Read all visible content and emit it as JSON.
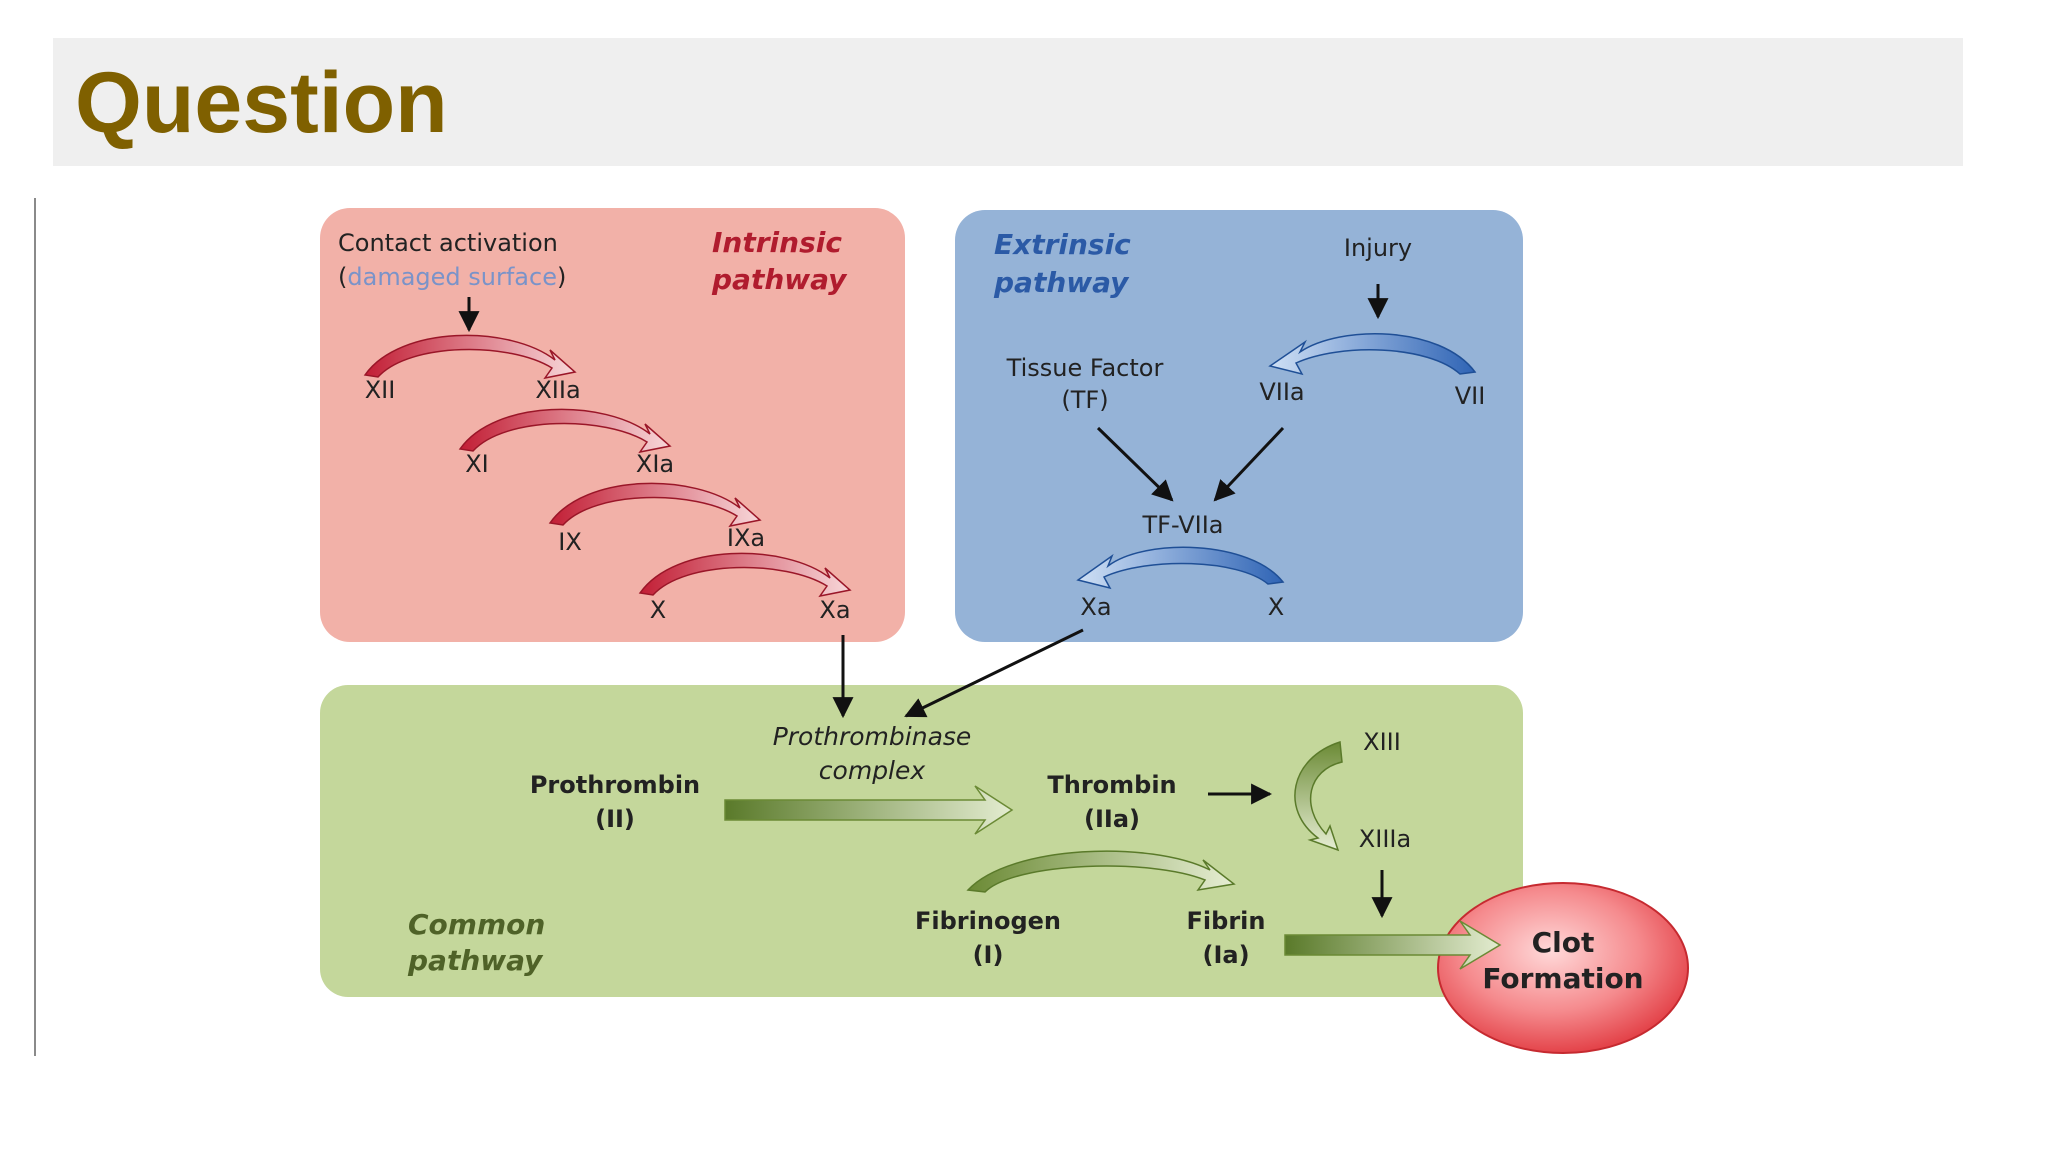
{
  "slide": {
    "title": "Question"
  },
  "intrinsic": {
    "title_line1": "Intrinsic",
    "title_line2": "pathway",
    "trigger_line1": "Contact activation",
    "trigger_line2_open": "(",
    "trigger_line2_text": "damaged surface",
    "trigger_line2_close": ")",
    "steps": [
      {
        "from": "XII",
        "to": "XIIa"
      },
      {
        "from": "XI",
        "to": "XIa"
      },
      {
        "from": "IX",
        "to": "IXa"
      },
      {
        "from": "X",
        "to": "Xa"
      }
    ]
  },
  "extrinsic": {
    "title_line1": "Extrinsic",
    "title_line2": "pathway",
    "injury": "Injury",
    "tf_line1": "Tissue Factor",
    "tf_line2": "(TF)",
    "viia": "VIIa",
    "vii": "VII",
    "complex": "TF-VIIa",
    "xa": "Xa",
    "x": "X"
  },
  "common": {
    "title_line1": "Common",
    "title_line2": "pathway",
    "prothrombinase_line1": "Prothrombinase",
    "prothrombinase_line2": "complex",
    "prothrombin_line1": "Prothrombin",
    "prothrombin_line2": "(II)",
    "thrombin_line1": "Thrombin",
    "thrombin_line2": "(IIa)",
    "xiii": "XIII",
    "xiiia": "XIIIa",
    "fibrinogen_line1": "Fibrinogen",
    "fibrinogen_line2": "(I)",
    "fibrin_line1": "Fibrin",
    "fibrin_line2": "(Ia)"
  },
  "clot": {
    "line1": "Clot",
    "line2": "Formation"
  },
  "colors": {
    "title": "#7f6000",
    "intrinsic_box": "#f2b1a8",
    "intrinsic_text": "#b01c2e",
    "extrinsic_box": "#95b3d7",
    "extrinsic_text": "#2b5aa6",
    "common_box": "#c4d79b",
    "common_text": "#4f6228",
    "clot": "#e84a4f"
  }
}
